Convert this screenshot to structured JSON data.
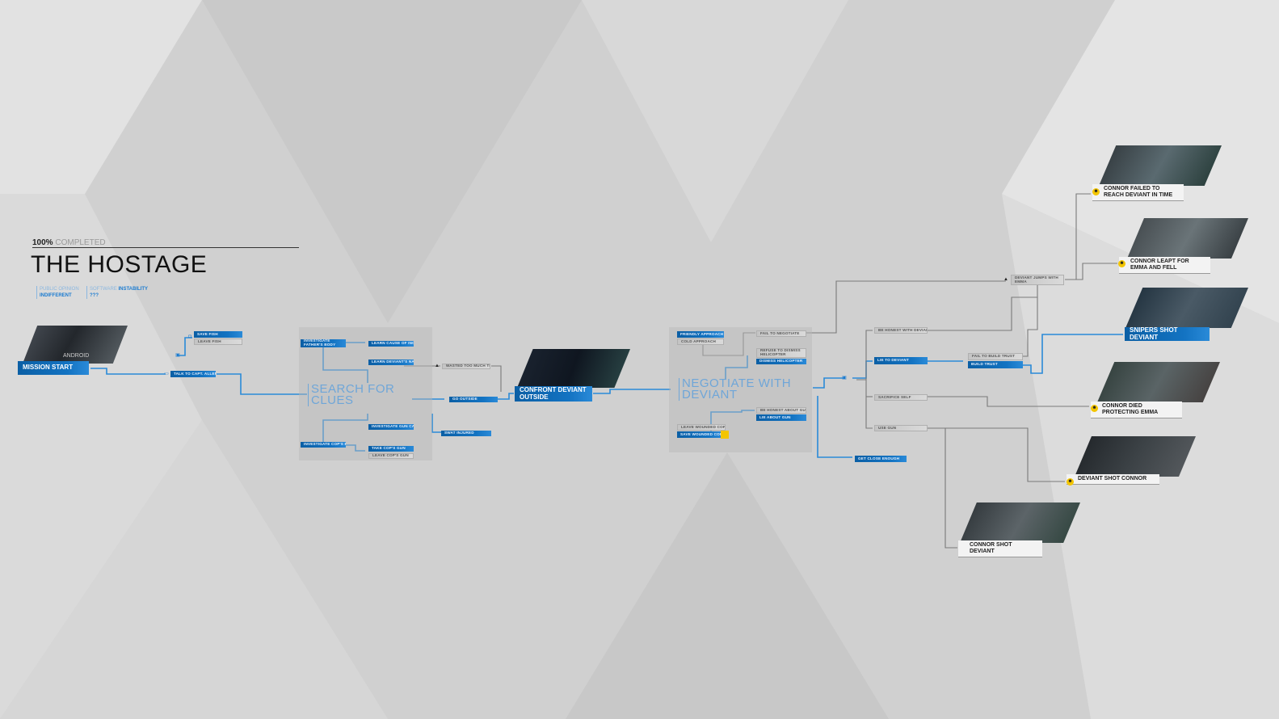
{
  "header": {
    "percent": "100%",
    "completed_label": "COMPLETED",
    "title": "THE HOSTAGE",
    "public_opinion_label": "PUBLIC OPINION",
    "public_opinion_value": "INDIFFERENT",
    "software_label": "SOFTWARE",
    "instability_label": "INSTABILITY",
    "instability_value": "???"
  },
  "colors": {
    "accent": "#1373c2",
    "background": "#d0d0d0",
    "ending_marker": "#f3c500"
  },
  "start": {
    "label": "MISSION START",
    "thumb_text": "ANDROID"
  },
  "fish": {
    "save": "SAVE FISH",
    "leave": "LEAVE FISH"
  },
  "talk_allen": "TALK TO CAPT. ALLEN",
  "search": {
    "title": "SEARCH FOR CLUES",
    "investigate_father": "INVESTIGATE FATHER'S BODY",
    "learn_cause": "LEARN CAUSE OF INCIDENT",
    "learn_name": "LEARN DEVIANT'S NAME",
    "gun_case": "INVESTIGATE GUN CASE",
    "cops_body": "INVESTIGATE COP'S BODY",
    "take_gun": "TAKE COP'S GUN",
    "leave_gun": "LEAVE COP'S GUN"
  },
  "wasted_time": "WASTED TOO MUCH TIME",
  "go_outside": "GO OUTSIDE",
  "swat_injured": "SWAT INJURED",
  "confront": "CONFRONT DEVIANT OUTSIDE",
  "negotiate": {
    "title": "NEGOTIATE WITH DEVIANT",
    "friendly": "FRIENDLY APPROACH",
    "cold": "COLD APPROACH",
    "fail": "FAIL TO NEGOTIATE",
    "refuse_heli": "REFUSE TO DISMISS HELICOPTER",
    "dismiss_heli": "DISMISS HELICOPTER",
    "honest_gun": "BE HONEST ABOUT GUN",
    "lie_gun": "LIE ABOUT GUN",
    "leave_cop": "LEAVE WOUNDED COP",
    "save_cop": "SAVE WOUNDED COP"
  },
  "get_close": "GET CLOSE ENOUGH",
  "choices": {
    "jumps": "DEVIANT JUMPS WITH EMMA",
    "honest": "BE HONEST WITH DEVIANT",
    "lie": "LIE TO DEVIANT",
    "sacrifice": "SACRIFICE SELF",
    "use_gun": "USE GUN",
    "fail_trust": "FAIL TO BUILD TRUST",
    "build_trust": "BUILD TRUST"
  },
  "endings": [
    {
      "label": "CONNOR FAILED TO REACH DEVIANT IN TIME"
    },
    {
      "label": "CONNOR LEAPT FOR EMMA AND FELL"
    },
    {
      "label": "SNIPERS SHOT DEVIANT"
    },
    {
      "label": "CONNOR DIED PROTECTING EMMA"
    },
    {
      "label": "DEVIANT SHOT CONNOR"
    },
    {
      "label": "CONNOR SHOT DEVIANT"
    }
  ]
}
